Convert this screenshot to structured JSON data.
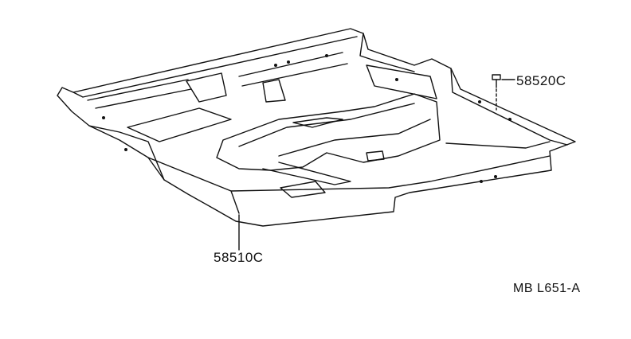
{
  "diagram": {
    "callouts": {
      "part_58520": "58520C",
      "part_58510": "58510C"
    },
    "reference_code": "MB L651-A",
    "colors": {
      "ink": "#111111",
      "paper": "#ffffff"
    }
  }
}
